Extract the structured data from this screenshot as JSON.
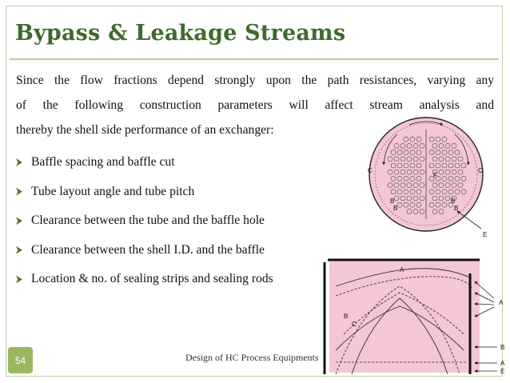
{
  "slide": {
    "title": "Bypass & Leakage Streams",
    "paragraph_lines": [
      "Since the flow fractions depend strongly upon the path resistances, varying any",
      "of the following construction parameters will affect stream analysis and",
      "thereby the shell side performance of an exchanger:"
    ],
    "bullets": [
      "Baffle spacing and baffle cut",
      "Tube layout angle and tube pitch",
      "Clearance between the tube and the baffle hole",
      "Clearance between the shell I.D. and the baffle",
      "Location & no. of sealing strips and sealing rods"
    ],
    "slide_number": "54",
    "footer": "Design of HC Process Equipments"
  },
  "figure_top": {
    "labels": {
      "c_left": "C",
      "c_right": "C",
      "f": "F",
      "b1": "B",
      "b2": "B",
      "b3": "B",
      "b4": "B",
      "e": "E"
    }
  },
  "figure_bottom": {
    "labels": {
      "a_top": "A",
      "b_left": "B",
      "c_left": "C",
      "a_right": "A",
      "b_right": "B",
      "a_right2": "A",
      "e_right": "E"
    }
  },
  "colors": {
    "title": "#3f6b2b",
    "accent": "#9bb85f",
    "diagram_fill": "#f4c6d6"
  }
}
